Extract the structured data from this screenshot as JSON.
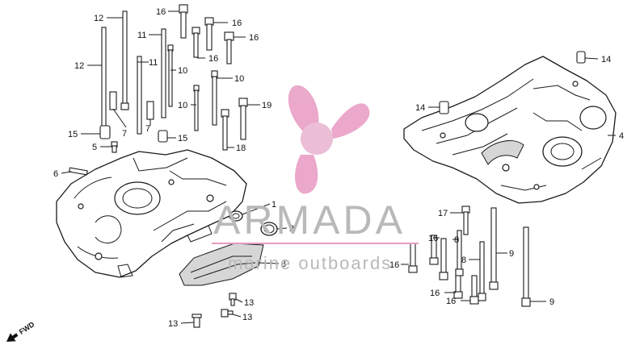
{
  "watermark": {
    "title": "ARMADA",
    "subtitle": "marine outboards",
    "color": "#b9b9b9",
    "logo_color": "#e89ac2",
    "logo_center_color": "#e8b2cf"
  },
  "fwd_label": "FWD",
  "callouts": {
    "c1": "1",
    "c2": "2",
    "c3": "3",
    "c4": "4",
    "c5": "5",
    "c6": "6",
    "c7a": "7",
    "c7b": "7",
    "c8a": "8",
    "c8b": "8",
    "c9a": "9",
    "c9b": "9",
    "c10a": "10",
    "c10b": "10",
    "c10c": "10",
    "c11a": "11",
    "c11b": "11",
    "c12a": "12",
    "c12b": "12",
    "c13a": "13",
    "c13b": "13",
    "c13c": "13",
    "c14a": "14",
    "c14b": "14",
    "c15a": "15",
    "c15b": "15",
    "c16a": "16",
    "c16b": "16",
    "c16c": "16",
    "c16d": "16",
    "c16e": "16",
    "c16f": "16",
    "c16g": "16",
    "c16h": "16",
    "c17": "17",
    "c18": "18",
    "c19": "19"
  }
}
